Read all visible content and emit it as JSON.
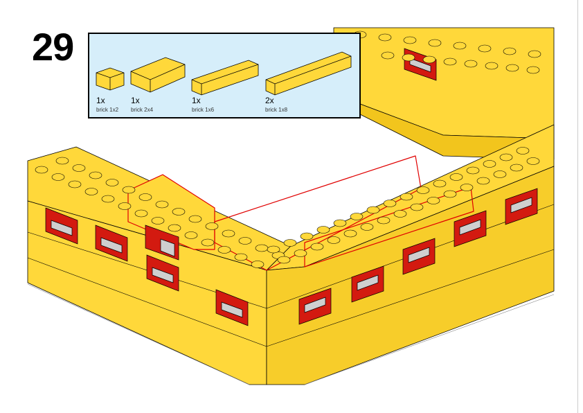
{
  "step_number": "29",
  "parts_list": [
    {
      "part": "brick 1x2",
      "color": "#ffd83a",
      "quantity": "1x"
    },
    {
      "part": "brick 2x4",
      "color": "#ffd83a",
      "quantity": "1x"
    },
    {
      "part": "brick 1x6",
      "color": "#ffd83a",
      "quantity": "1x"
    },
    {
      "part": "brick 1x8",
      "color": "#ffd83a",
      "quantity": "2x"
    }
  ],
  "colors": {
    "brick_yellow": "#ffd83a",
    "brick_yellow_dark": "#f2c51d",
    "window_red": "#d31a10",
    "glass_grey": "#cfcfcf",
    "callout_bg": "#d6eefa",
    "highlight": "#e00000"
  }
}
